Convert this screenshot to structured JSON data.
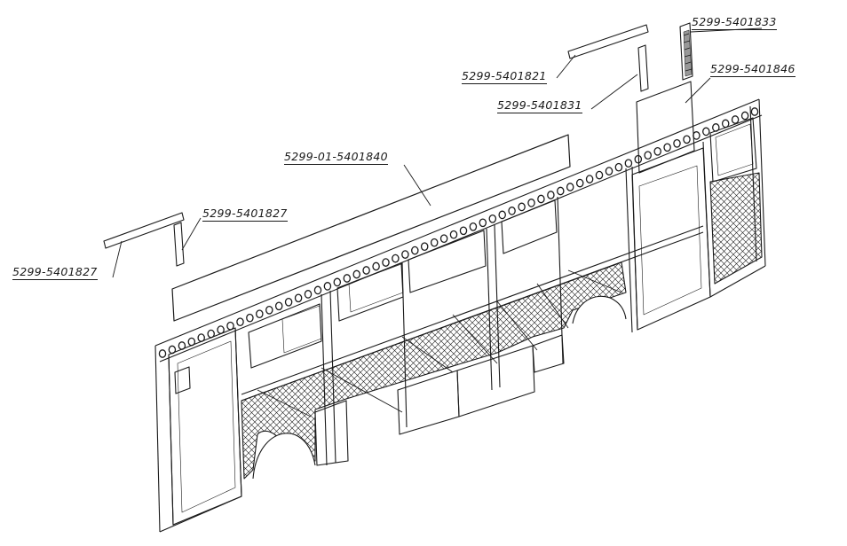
{
  "callouts": {
    "part_1833": "5299-5401833",
    "part_1821": "5299-5401821",
    "part_1846": "5299-5401846",
    "part_1831": "5299-5401831",
    "part_1840": "5299-01-5401840",
    "part_1827_upper": "5299-5401827",
    "part_1827_lower": "5299-5401827"
  },
  "colors": {
    "ink": "#1a1a1a",
    "paper": "#ffffff"
  }
}
